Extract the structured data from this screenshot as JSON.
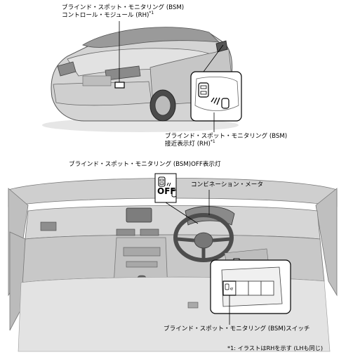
{
  "labels": {
    "bsm_module_line1": "ブラインド・スポット・モニタリング (BSM)",
    "bsm_module_line2": "コントロール・モジュール (RH)",
    "bsm_module_note": "*1",
    "bsm_indicator_line1": "ブラインド・スポット・モニタリング (BSM)",
    "bsm_indicator_line2": "接近表示灯 (RH)",
    "bsm_indicator_note": "*1",
    "bsm_off_indicator": "ブラインド・スポット・モニタリング (BSM)OFF表示灯",
    "combination_meter": "コンビネーション・メータ",
    "bsm_switch": "ブラインド・スポット・モニタリング (BSM)スイッチ",
    "footnote": "*1: イラストはRHを示す (LHも同じ)"
  },
  "icons": {
    "off_text": "OFF"
  },
  "colors": {
    "line": "#000000",
    "illustration_fill": "#d9d9d9",
    "illustration_dark": "#8c8c8c",
    "background": "#ffffff"
  }
}
